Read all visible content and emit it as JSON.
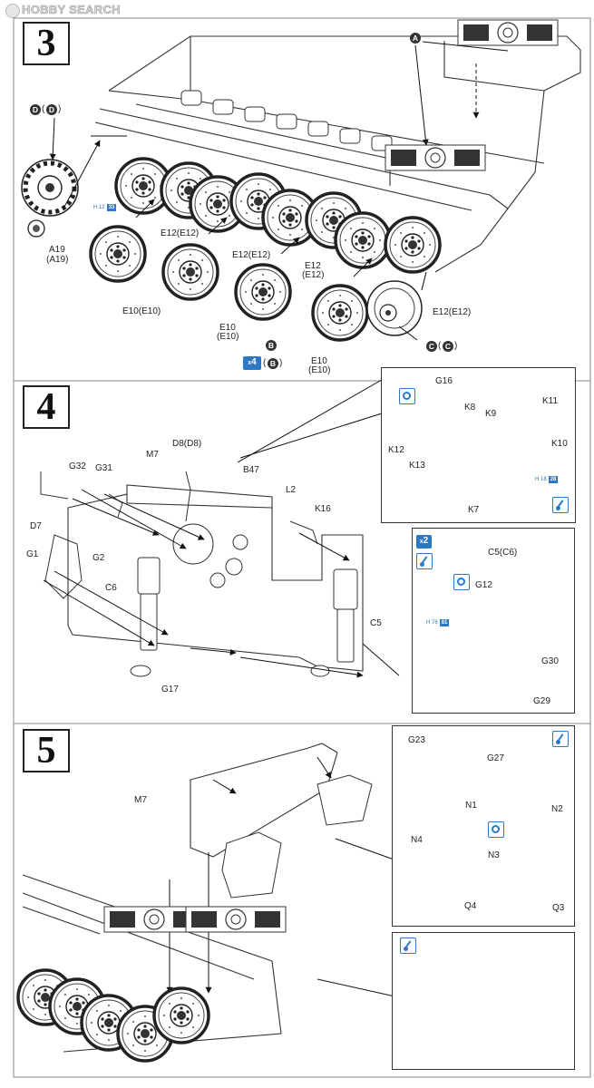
{
  "watermark": {
    "logo_text": "HOBBY SEARCH"
  },
  "colors": {
    "accent_blue": "#2d78c6",
    "line": "#333333",
    "light_blue": "#bfe3f7"
  },
  "icons": {
    "paint": "brush-icon",
    "glue": "glue-icon",
    "quantity": "multiply-badge"
  },
  "step3": {
    "number": "3",
    "callouts": {
      "A": "A",
      "D": "D",
      "B": "B",
      "C": "C"
    },
    "labels": {
      "a19": "A19",
      "a19_alt": "(A19)",
      "e12_1": "E12(E12)",
      "e12_2": "E12(E12)",
      "e12_3a": "E12",
      "e12_3b": "(E12)",
      "e12_4": "E12(E12)",
      "e10_1": "E10(E10)",
      "e10_2a": "E10",
      "e10_2b": "(E10)",
      "e10_3a": "E10",
      "e10_3b": "(E10)"
    },
    "hbadge_prefix": "H",
    "hbadge_num": "12",
    "hbadge_code": "33",
    "quantity": "4",
    "quantity_prefix": "x"
  },
  "step4": {
    "number": "4",
    "labels": {
      "d8": "D8(D8)",
      "m7": "M7",
      "b47": "B47",
      "g32": "G32",
      "g31": "G31",
      "d7": "D7",
      "g1": "G1",
      "g2": "G2",
      "c6": "C6",
      "g17": "G17",
      "l2": "L2",
      "k16": "K16",
      "c5": "C5"
    },
    "inset_top": {
      "labels": {
        "g16": "G16",
        "k11": "K11",
        "k8": "K8",
        "k9": "K9",
        "k12": "K12",
        "k13": "K13",
        "k10": "K10",
        "k7": "K7"
      },
      "hbadge_prefix": "H",
      "hbadge_num": "18",
      "hbadge_code": "28"
    },
    "inset_side": {
      "quantity": "2",
      "quantity_prefix": "x",
      "labels": {
        "c5c6": "C5(C6)",
        "g12": "G12",
        "g30": "G30",
        "g29": "G29"
      },
      "hbadge_prefix": "H",
      "hbadge_num": "76",
      "hbadge_code": "61"
    }
  },
  "step5": {
    "number": "5",
    "labels": {
      "m7": "M7"
    },
    "inset_top": {
      "labels": {
        "g23": "G23",
        "g27": "G27",
        "n1": "N1",
        "n2": "N2",
        "n4": "N4",
        "n3": "N3",
        "q4": "Q4",
        "q3": "Q3"
      }
    }
  }
}
